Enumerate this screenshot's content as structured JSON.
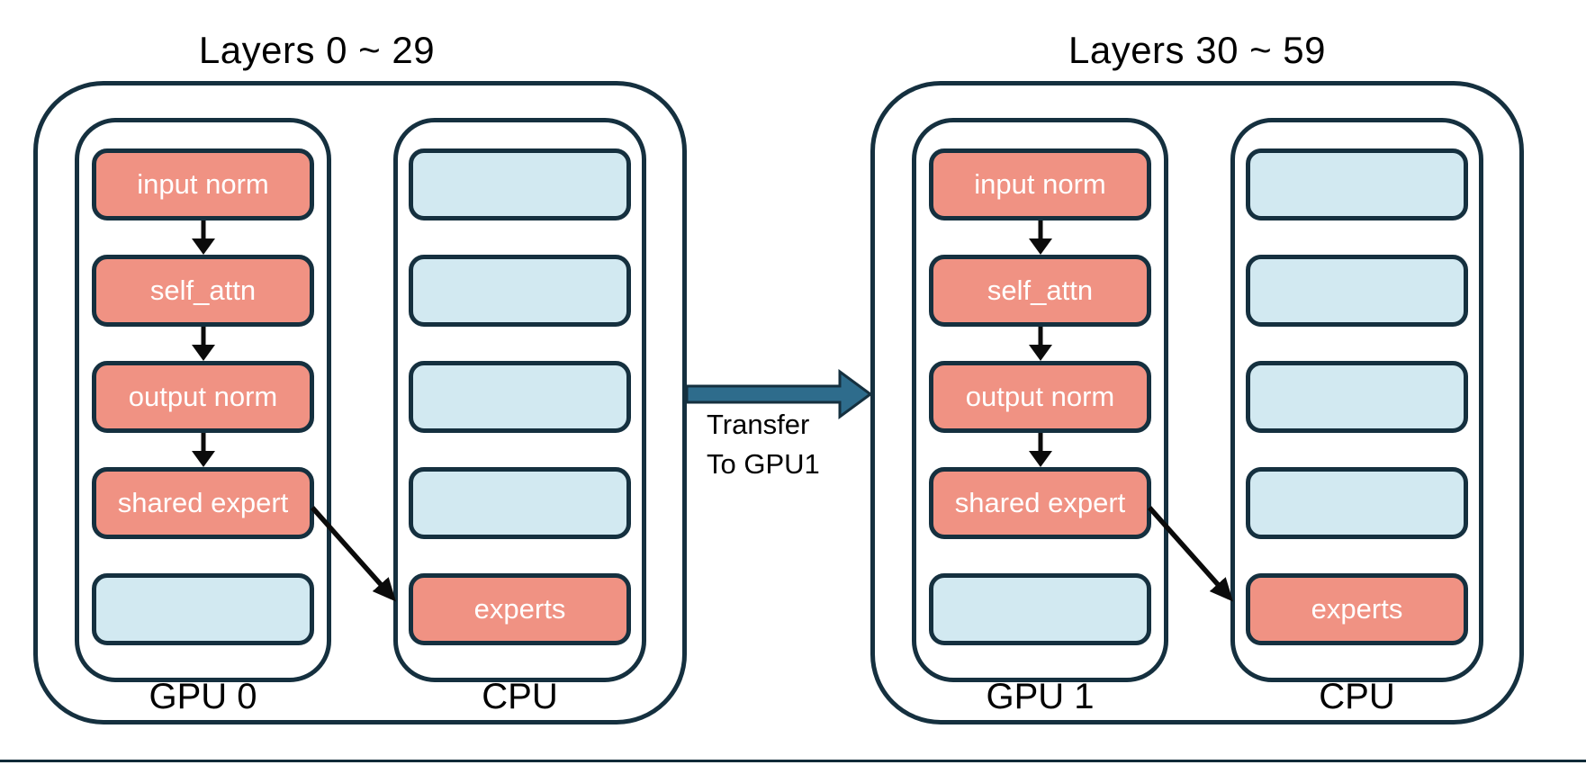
{
  "page": {
    "background": "#FFFFFF",
    "description": "Diagram of MoE model layer placement across two GPUs with CPU-offloaded experts"
  },
  "colors": {
    "border_navy": "#15303F",
    "module_fill_salmon": "#F09283",
    "empty_fill_lightblue": "#D2E9F1",
    "flow_arrow_black": "#0B0B0B",
    "transfer_arrow_fill": "#2E6C8C",
    "box_text": "#FFFFFF",
    "label_text": "#000000",
    "bottom_bar": "#102A38"
  },
  "groups": [
    {
      "title": "Layers 0 ~ 29",
      "device_labels": {
        "gpu": "GPU 0",
        "cpu": "CPU"
      },
      "gpu_column": {
        "boxes": [
          {
            "label": "input norm",
            "type": "module"
          },
          {
            "label": "self_attn",
            "type": "module"
          },
          {
            "label": "output norm",
            "type": "module"
          },
          {
            "label": "shared expert",
            "type": "module"
          },
          {
            "label": "",
            "type": "empty"
          }
        ]
      },
      "cpu_column": {
        "boxes": [
          {
            "label": "",
            "type": "empty"
          },
          {
            "label": "",
            "type": "empty"
          },
          {
            "label": "",
            "type": "empty"
          },
          {
            "label": "",
            "type": "empty"
          },
          {
            "label": "experts",
            "type": "module"
          }
        ]
      }
    },
    {
      "title": "Layers 30 ~ 59",
      "device_labels": {
        "gpu": "GPU 1",
        "cpu": "CPU"
      },
      "gpu_column": {
        "boxes": [
          {
            "label": "input norm",
            "type": "module"
          },
          {
            "label": "self_attn",
            "type": "module"
          },
          {
            "label": "output norm",
            "type": "module"
          },
          {
            "label": "shared expert",
            "type": "module"
          },
          {
            "label": "",
            "type": "empty"
          }
        ]
      },
      "cpu_column": {
        "boxes": [
          {
            "label": "",
            "type": "empty"
          },
          {
            "label": "",
            "type": "empty"
          },
          {
            "label": "",
            "type": "empty"
          },
          {
            "label": "",
            "type": "empty"
          },
          {
            "label": "experts",
            "type": "module"
          }
        ]
      }
    }
  ],
  "transfer": {
    "line1": "Transfer",
    "line2": "To GPU1",
    "direction": "left-to-right"
  }
}
